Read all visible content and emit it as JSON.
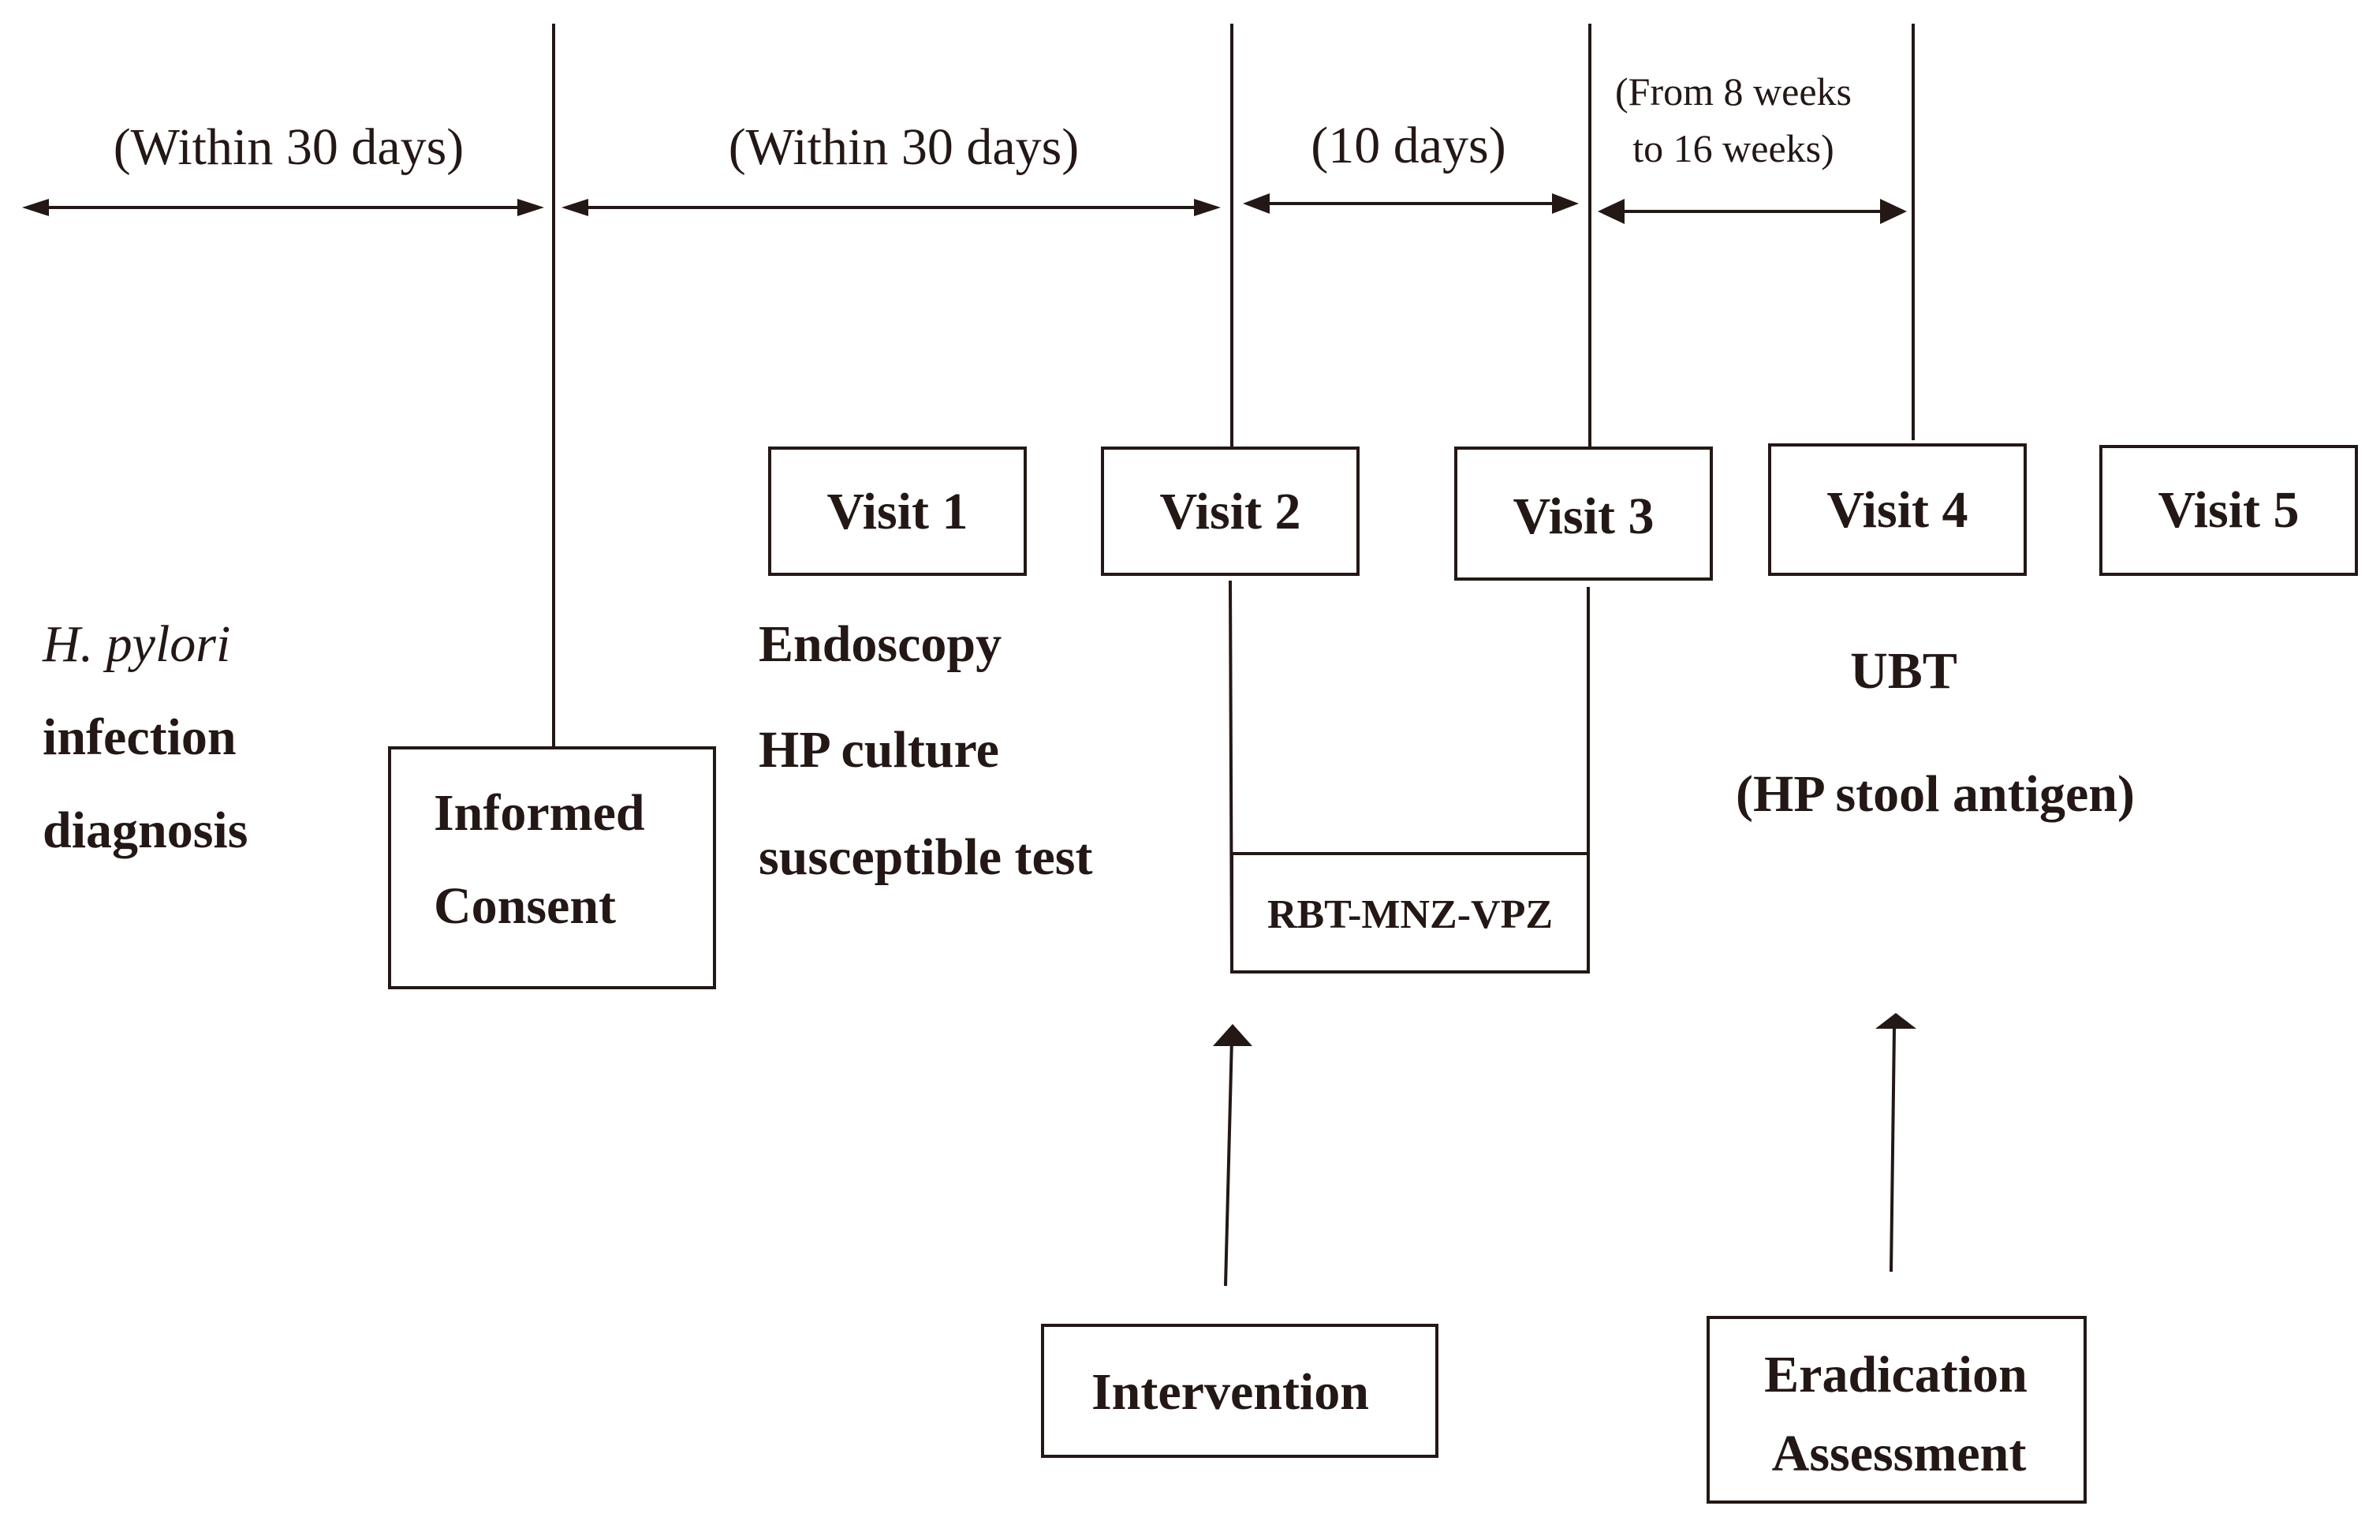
{
  "intervals": {
    "before_consent": "(Within 30 days)",
    "consent_to_visit2": "(Within 30 days)",
    "visit2_to_visit3": "(10 days)",
    "visit3_to_visit4_line1": "(From 8 weeks",
    "visit3_to_visit4_line2": "to 16 weeks)"
  },
  "diagnosis": {
    "organism": "H. pylori",
    "line2": "infection",
    "line3": "diagnosis"
  },
  "consent": {
    "line1": "Informed",
    "line2": "Consent"
  },
  "visits": {
    "v1": "Visit 1",
    "v2": "Visit 2",
    "v3": "Visit 3",
    "v4": "Visit 4",
    "v5": "Visit 5"
  },
  "visit1_procedures": {
    "line1": "Endoscopy",
    "line2": "HP culture",
    "line3": "susceptible test"
  },
  "regimen": "RBT-MNZ-VPZ",
  "assessment_tests": {
    "line1": "UBT",
    "line2": "(HP stool antigen)"
  },
  "intervention": "Intervention",
  "eradication": {
    "line1": "Eradication",
    "line2": "Assessment"
  },
  "colors": {
    "ink": "#231815",
    "background": "#ffffff"
  }
}
